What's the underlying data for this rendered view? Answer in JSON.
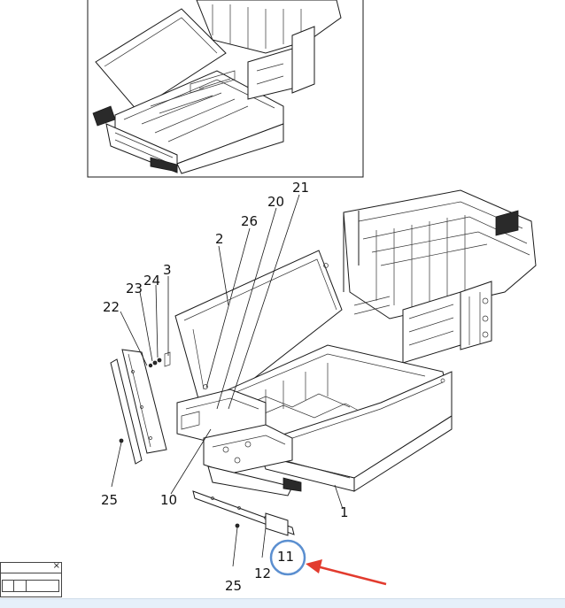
{
  "callouts": [
    "21",
    "20",
    "26",
    "2",
    "3",
    "24",
    "23",
    "22",
    "25",
    "10",
    "1",
    "11",
    "12",
    "25"
  ],
  "highlight": {
    "target": "11",
    "circle_color": "#5b8fd0",
    "arrow_color": "#e23b2e"
  },
  "mini_window": {
    "close_glyph": "×"
  }
}
